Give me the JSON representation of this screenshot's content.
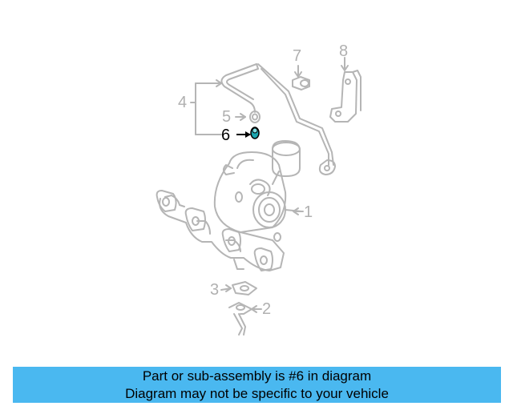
{
  "diagram": {
    "callouts": [
      {
        "id": "1",
        "label": "1",
        "highlighted": false
      },
      {
        "id": "2",
        "label": "2",
        "highlighted": false
      },
      {
        "id": "3",
        "label": "3",
        "highlighted": false
      },
      {
        "id": "4",
        "label": "4",
        "highlighted": false
      },
      {
        "id": "5",
        "label": "5",
        "highlighted": false
      },
      {
        "id": "6",
        "label": "6",
        "highlighted": true
      },
      {
        "id": "7",
        "label": "7",
        "highlighted": false
      },
      {
        "id": "8",
        "label": "8",
        "highlighted": false
      }
    ],
    "line_color": "#b5b5b5",
    "highlight_part_color": "#1aa6b0"
  },
  "banner": {
    "line1": "Part or sub-assembly is #6 in diagram",
    "line2": "Diagram may not be specific to your vehicle",
    "background": "#4ab8f0"
  }
}
